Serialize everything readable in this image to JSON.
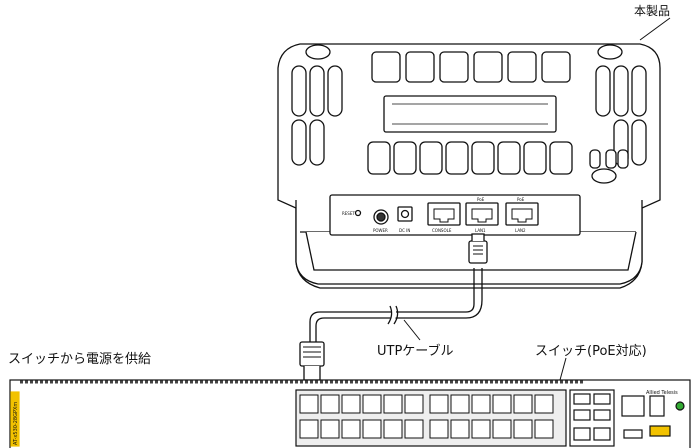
{
  "labels": {
    "product": "本製品",
    "cable": "UTPケーブル",
    "switch_power": "スイッチから電源を供給",
    "switch": "スイッチ(PoE対応)"
  },
  "device_ports": {
    "reset": "RESET",
    "power": "POWER",
    "dc_in": "DC IN",
    "console": "CONSOLE",
    "poe_top": "PoE",
    "lan1": "LAN1",
    "poe_top2": "PoE",
    "lan2": "LAN2"
  },
  "switch_text": {
    "model": "AT-x530-28GPXm",
    "brand": "Allied Telesis"
  }
}
